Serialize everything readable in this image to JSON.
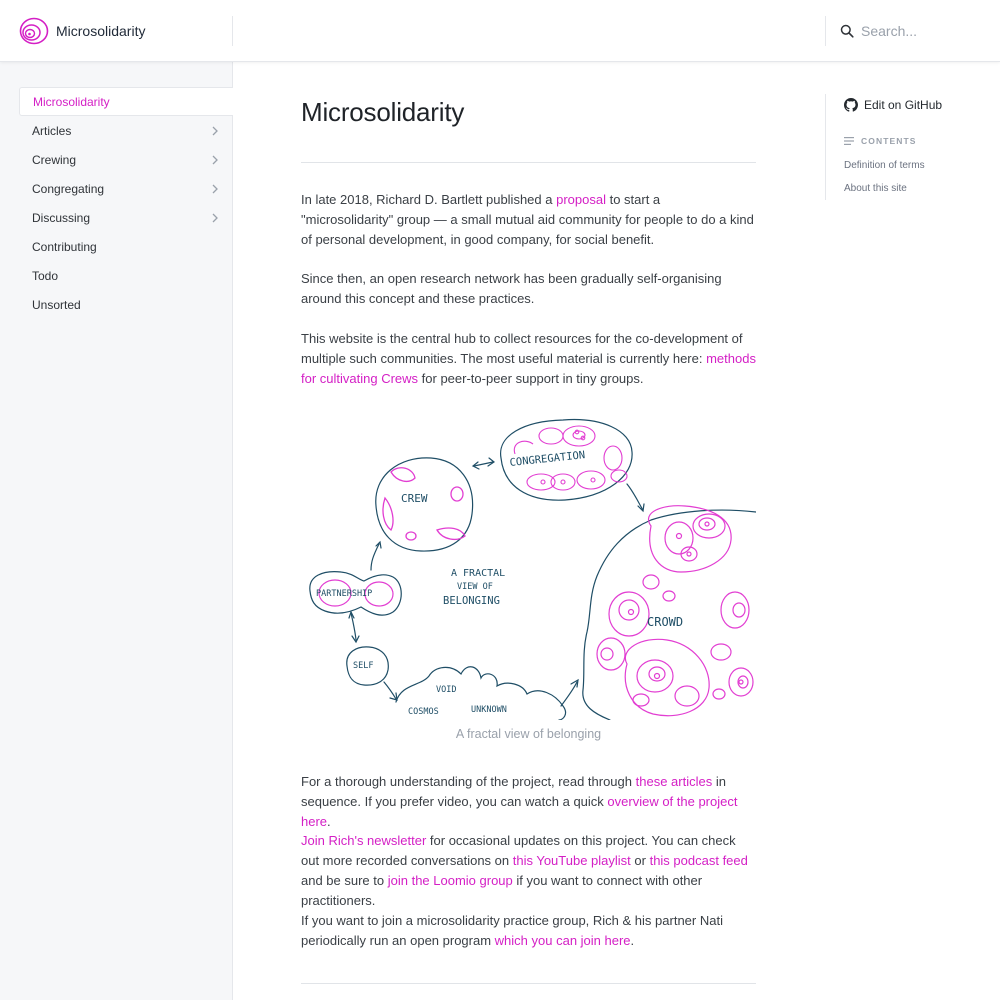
{
  "site": {
    "name": "Microsolidarity",
    "accent_color": "#d41fc5",
    "logo_icon": "spiral-logo-icon"
  },
  "search": {
    "placeholder": "Search...",
    "icon": "search-icon"
  },
  "sidebar": {
    "items": [
      {
        "label": "Microsolidarity",
        "active": true,
        "expandable": false
      },
      {
        "label": "Articles",
        "active": false,
        "expandable": true
      },
      {
        "label": "Crewing",
        "active": false,
        "expandable": true
      },
      {
        "label": "Congregating",
        "active": false,
        "expandable": true
      },
      {
        "label": "Discussing",
        "active": false,
        "expandable": true
      },
      {
        "label": "Contributing",
        "active": false,
        "expandable": false
      },
      {
        "label": "Todo",
        "active": false,
        "expandable": false
      },
      {
        "label": "Unsorted",
        "active": false,
        "expandable": false
      }
    ]
  },
  "page": {
    "title": "Microsolidarity",
    "p1": {
      "t1": "In late 2018, Richard D. Bartlett published a ",
      "l1": "proposal",
      "t2": " to start a \"microsolidarity\" group — a small mutual aid community for people to do a kind of personal development, in good company, for social benefit."
    },
    "p2": {
      "t1": "Since then, an open research network has been gradually self-organising around this concept and these practices."
    },
    "p3": {
      "t1": "This website is the central hub to collect resources for the co-development of multiple such communities. The most useful material is currently here: ",
      "l1": "methods for cultivating Crews",
      "t2": " for peer-to-peer support in tiny groups."
    },
    "figure": {
      "caption": "A fractal view of belonging",
      "labels": {
        "crew": "CREW",
        "congregation": "CONGREGATION",
        "crowd": "CROWD",
        "partnership": "PARTNERSHIP",
        "self": "SELF",
        "fractal_1": "A FRACTAL",
        "fractal_2": "VIEW OF",
        "fractal_3": "BELONGING",
        "void": "VOID",
        "cosmos": "COSMOS",
        "unknown": "UNKNOWN"
      }
    },
    "p4": {
      "t1": "For a thorough understanding of the project, read through ",
      "l1": "these articles",
      "t2": " in sequence. If you prefer video, you can watch a quick ",
      "l2": "overview of the project here",
      "t3": "."
    },
    "p5": {
      "l1": "Join Rich's newsletter",
      "t1": " for occasional updates on this project. You can check out more recorded conversations on ",
      "l2": "this YouTube playlist",
      "t2": " or ",
      "l3": "this podcast feed",
      "t3": " and be sure to ",
      "l4": "join the Loomio group",
      "t4": " if you want to connect with other practitioners."
    },
    "p6": {
      "t1": "If you want to join a microsolidarity practice group, Rich & his partner Nati periodically run an open program ",
      "l1": "which you can join here",
      "t2": "."
    }
  },
  "rail": {
    "edit_label": "Edit on GitHub",
    "edit_icon": "github-icon",
    "toc_heading": "CONTENTS",
    "toc_items": [
      "Definition of terms",
      "About this site"
    ]
  }
}
